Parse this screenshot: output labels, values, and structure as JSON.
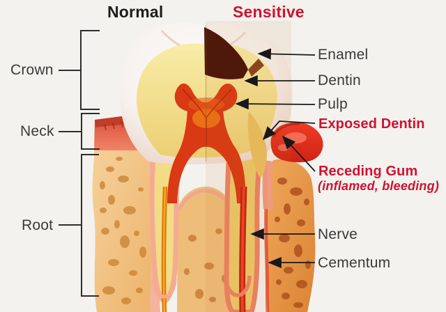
{
  "header": {
    "normal": "Normal",
    "sensitive": "Sensitive"
  },
  "sections": [
    {
      "label": "Crown"
    },
    {
      "label": "Neck"
    },
    {
      "label": "Root"
    }
  ],
  "callouts": {
    "enamel": "Enamel",
    "dentin": "Dentin",
    "pulp": "Pulp",
    "exposed_dentin": "Exposed Dentin",
    "receding_gum": "Receding Gum",
    "receding_gum_note": "(inflamed, bleeding)",
    "nerve": "Nerve",
    "cementum": "Cementum"
  },
  "colors": {
    "highlight_red": "#cf1230",
    "label_black": "#3a3a38",
    "title_black": "#1d1d1b",
    "enamel_white": "#f7f2ee",
    "dentin_yellow": "#f2dd8d",
    "pulp_red": "#d93914",
    "gum_red": "#e65741",
    "inflamed_gum_red": "#ee3d28",
    "bone_tan": "#f0bd7c",
    "bone_inflamed_orange": "#e3913f",
    "cavity_brown": "#431009",
    "background": "#f3f2ee"
  }
}
